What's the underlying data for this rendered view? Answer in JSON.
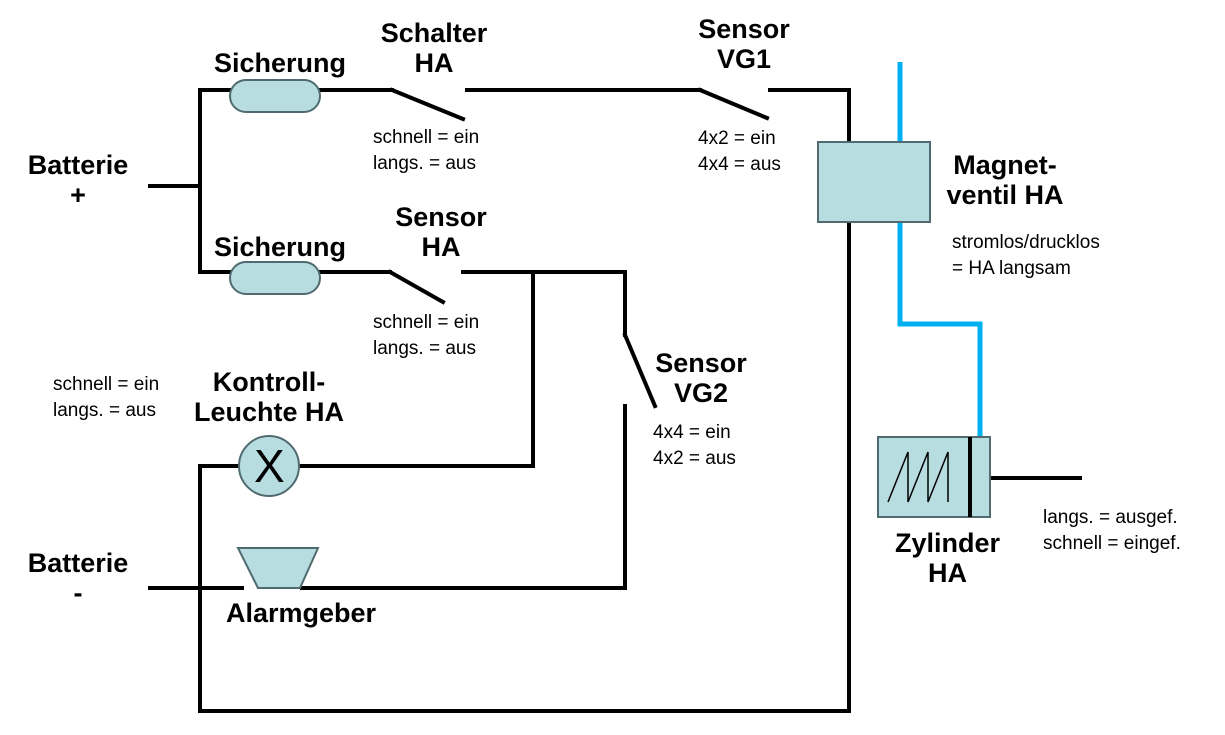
{
  "labels": {
    "battery_plus": [
      "Batterie",
      "+"
    ],
    "battery_minus": [
      "Batterie",
      "-"
    ],
    "fuse_top": "Sicherung",
    "fuse_bottom": "Sicherung",
    "switch_ha": [
      "Schalter",
      "HA"
    ],
    "switch_ha_note": [
      "schnell = ein",
      "langs. = aus"
    ],
    "sensor_vg1": [
      "Sensor",
      "VG1"
    ],
    "sensor_vg1_note": [
      "4x2 = ein",
      "4x4 = aus"
    ],
    "sensor_ha": [
      "Sensor",
      "HA"
    ],
    "sensor_ha_note": [
      "schnell = ein",
      "langs. = aus"
    ],
    "sensor_vg2": [
      "Sensor",
      "VG2"
    ],
    "sensor_vg2_note": [
      "4x4 = ein",
      "4x2 = aus"
    ],
    "lamp": [
      "Kontroll-",
      "Leuchte HA"
    ],
    "lamp_note": [
      "schnell = ein",
      "langs. = aus"
    ],
    "lamp_symbol": "X",
    "alarm": "Alarmgeber",
    "valve": [
      "Magnet-",
      "ventil HA"
    ],
    "valve_note": [
      "stromlos/drucklos",
      "= HA langsam"
    ],
    "cylinder": [
      "Zylinder",
      "HA"
    ],
    "cylinder_note": [
      "langs. = ausgef.",
      "schnell = eingef."
    ]
  },
  "colors": {
    "wire": "#000000",
    "hydraulic_line": "#00b0f0",
    "component_fill": "#b7dde0",
    "component_stroke": "#4f6b70"
  }
}
